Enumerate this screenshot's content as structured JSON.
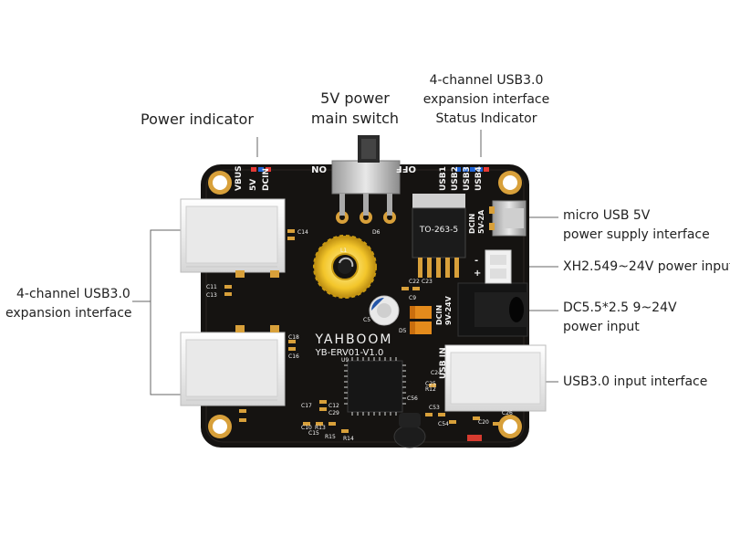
{
  "callouts": {
    "power_indicator": [
      "Power indicator"
    ],
    "main_switch": [
      "5V power",
      "main switch"
    ],
    "status_indicator": [
      "4-channel USB3.0",
      "expansion interface",
      "Status Indicator"
    ],
    "usb_expansion": [
      "4-channel USB3.0",
      "expansion interface"
    ],
    "micro_usb": [
      "micro USB 5V",
      "power supply interface"
    ],
    "xh_input": [
      "XH2.549~24V power input"
    ],
    "dc_input": [
      "DC5.5*2.5 9~24V",
      "power input"
    ],
    "usb_input": [
      "USB3.0 input interface"
    ]
  },
  "board": {
    "brand": "YAHBOOM",
    "model": "YB-ERV01-V1.0",
    "regulator_label": "TO-263-5",
    "switch_on": "ON",
    "switch_off": "OFF",
    "vbus_label": "VBUS",
    "v5_label": "5V",
    "dcin_label": "DCIN",
    "usb_led_labels": [
      "USB1",
      "USB2",
      "USB3",
      "USB4"
    ],
    "micro_label": [
      "DCIN",
      "5V-2A"
    ],
    "dc_label": [
      "DCIN",
      "9V-24V"
    ],
    "usb_in_label": "USB IN",
    "xh_minus": "-",
    "xh_plus": "+",
    "component_labels": [
      "C14",
      "C11",
      "C13",
      "C18",
      "C16",
      "C12",
      "C29",
      "C17",
      "C15",
      "C10",
      "R15",
      "R13",
      "R14",
      "R12",
      "C22",
      "C23",
      "C24",
      "C25",
      "C56",
      "C53",
      "C54",
      "C20",
      "C26",
      "C9",
      "C5",
      "L1",
      "D6",
      "D5",
      "U9"
    ]
  },
  "colors": {
    "board": "#151311",
    "silk": "#f3f3f3",
    "pad": "#d8a03a",
    "gold": "#f3c62b",
    "connector": "#f1f1f1",
    "leader": "#666666"
  }
}
